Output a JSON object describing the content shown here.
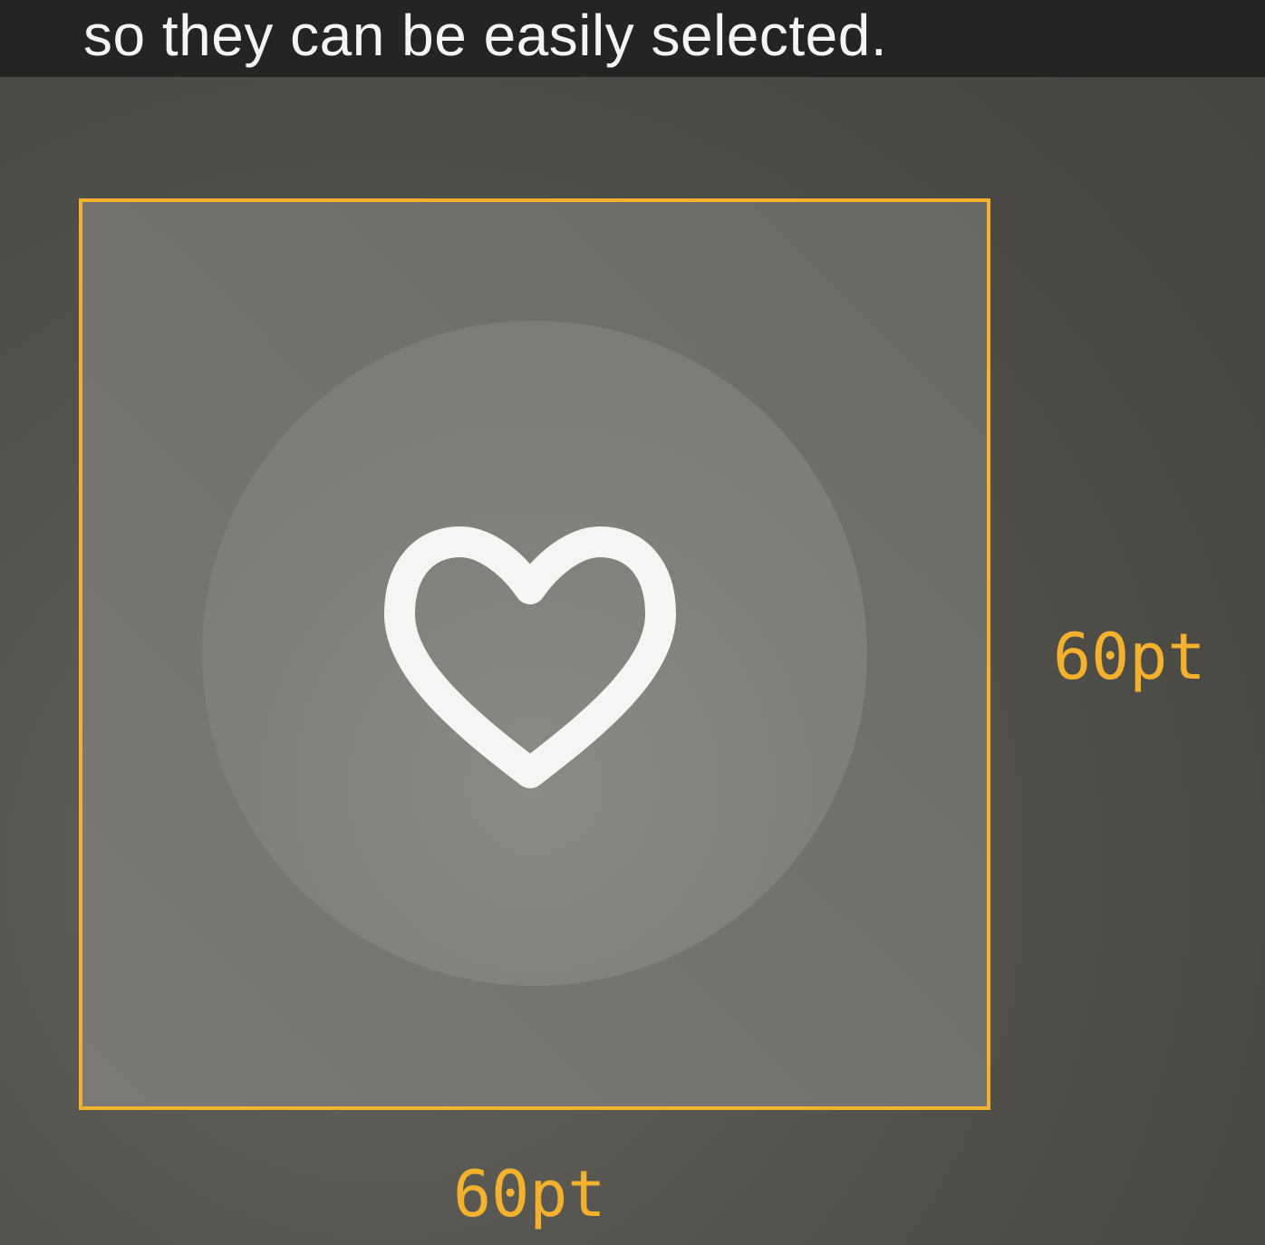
{
  "caption": {
    "text": "so they can be easily selected."
  },
  "target": {
    "icon": "heart-outline-icon",
    "height_label": "60pt",
    "width_label": "60pt"
  },
  "colors": {
    "accent": "#f3b12d",
    "caption_bar": "#252423",
    "icon": "#f5f5f3"
  }
}
